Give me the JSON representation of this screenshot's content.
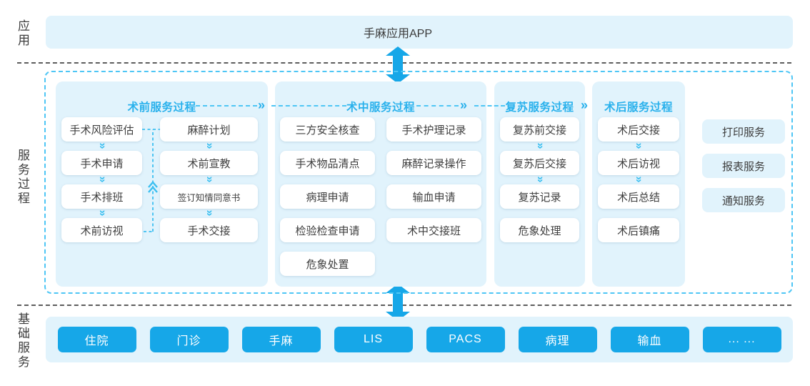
{
  "layers": {
    "app": "应用",
    "process": "服务过程",
    "base": "基础服务"
  },
  "app_title": "手麻应用APP",
  "icons": {
    "flow_arrow": "»",
    "chevron": "»"
  },
  "phases": [
    {
      "title": "术前服务过程",
      "columns": [
        [
          "手术风险评估",
          "手术申请",
          "手术排班",
          "术前访视"
        ],
        [
          "麻醉计划",
          "术前宣教",
          "签订知情同意书",
          "手术交接"
        ]
      ]
    },
    {
      "title": "术中服务过程",
      "columns": [
        [
          "三方安全核查",
          "手术物品清点",
          "病理申请",
          "检验检查申请",
          "危象处置"
        ],
        [
          "手术护理记录",
          "麻醉记录操作",
          "输血申请",
          "术中交接班"
        ]
      ]
    },
    {
      "title": "复苏服务过程",
      "items": [
        "复苏前交接",
        "复苏后交接",
        "复苏记录",
        "危象处理"
      ]
    },
    {
      "title": "术后服务过程",
      "items": [
        "术后交接",
        "术后访视",
        "术后总结",
        "术后镇痛"
      ]
    }
  ],
  "side_services": [
    "打印服务",
    "报表服务",
    "通知服务"
  ],
  "base_services": [
    "住院",
    "门诊",
    "手麻",
    "LIS",
    "PACS",
    "病理",
    "输血",
    "... ..."
  ],
  "colors": {
    "accent_blue": "#16a7e8",
    "light_blue": "#e1f3fc",
    "cyan_accent": "#29b1ec",
    "dash_cyan": "#4ec6f5",
    "text_dark": "#3e3e3e"
  }
}
